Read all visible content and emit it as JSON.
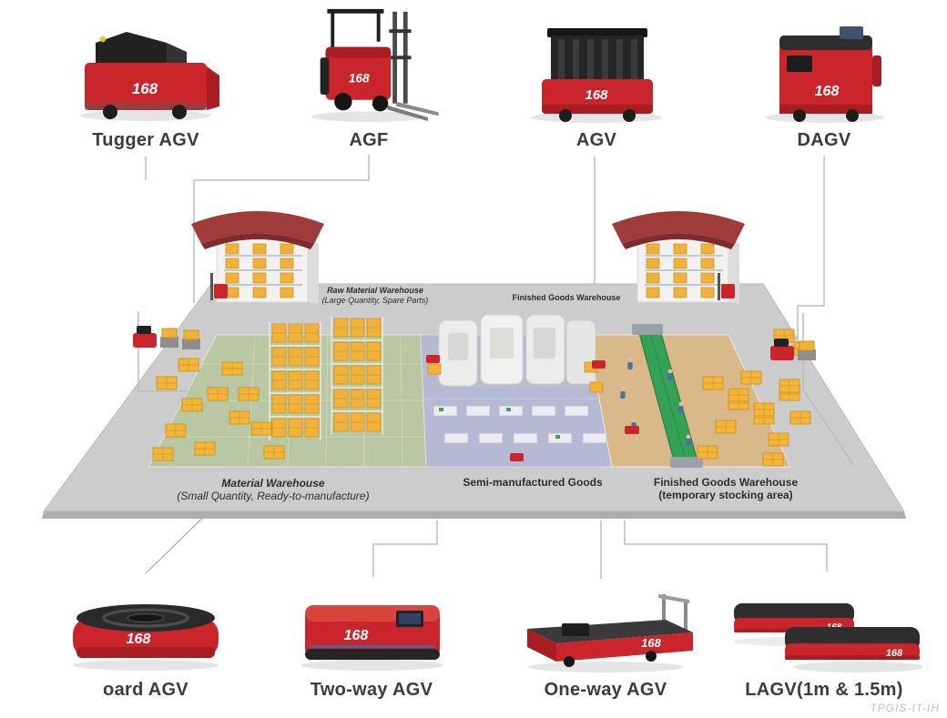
{
  "brand": "168",
  "top_items": [
    {
      "label": "Tugger AGV"
    },
    {
      "label": "AGF"
    },
    {
      "label": "AGV"
    },
    {
      "label": "DAGV"
    }
  ],
  "bottom_items": [
    {
      "label": "oard AGV"
    },
    {
      "label": "Two-way AGV"
    },
    {
      "label": "One-way AGV"
    },
    {
      "label": "LAGV(1m & 1.5m)"
    }
  ],
  "zones": {
    "raw_material_line1": "Raw Material Warehouse",
    "raw_material_line2": "(Large Quantity, Spare Parts)",
    "finished_goods_back": "Finished Goods Warehouse",
    "material_line1": "Material Warehouse",
    "material_line2": "(Small Quantity, Ready-to-manufacture)",
    "semi_manufactured": "Semi-manufactured Goods",
    "finished_front_line1": "Finished Goods Warehouse",
    "finished_front_line2": "(temporary stocking area)"
  },
  "watermark": "TPGIS-IT-IH",
  "colors": {
    "vehicle_red": "#c9252b",
    "vehicle_red_dark": "#a81d22",
    "pallet_yellow": "#f0b23a",
    "zone_green": "#b9c7a2",
    "zone_lavender": "#b6b9d4",
    "zone_tan": "#d9b88a",
    "conveyor_green": "#35a156",
    "roof_red": "#a03b3b",
    "platform_gray": "#cccccc"
  }
}
